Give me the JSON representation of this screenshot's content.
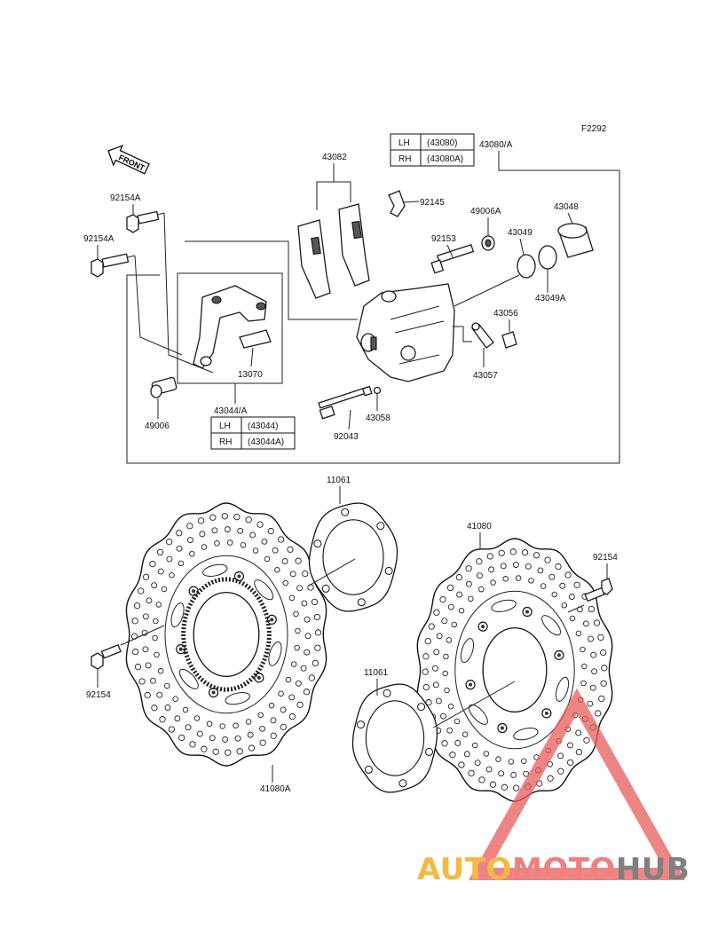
{
  "figure_code": "F2292",
  "front_arrow_label": "FRONT",
  "caliper_table": {
    "ref": "43080/A",
    "rows": [
      {
        "side": "LH",
        "part": "(43080)"
      },
      {
        "side": "RH",
        "part": "(43080A)"
      }
    ]
  },
  "bracket_table": {
    "ref": "43044/A",
    "rows": [
      {
        "side": "LH",
        "part": "(43044)"
      },
      {
        "side": "RH",
        "part": "(43044A)"
      }
    ]
  },
  "labels": {
    "pads": "43082",
    "pad_spring": "92145",
    "bolt_top": "92154A",
    "bolt_mid": "92154A",
    "pin_bolt_small": "92153",
    "boot": "49006A",
    "seal_outer": "43049",
    "piston": "43048",
    "seal_inner": "43049A",
    "bleeder": "43056",
    "bleeder_cap": "43057",
    "retainer": "13070",
    "pin_boot": "49006",
    "washer": "43058",
    "pin": "92043",
    "disc_left": "41080A",
    "disc_right": "41080",
    "shim_top": "11061",
    "shim_bottom": "11061",
    "disc_bolt_left": "92154",
    "disc_bolt_right": "92154"
  },
  "watermark": {
    "part1": "AUTO",
    "part2": "MOTO",
    "part3": "HUB",
    "color1": "#f5b942",
    "color2": "#f08080",
    "color3": "#808080"
  }
}
